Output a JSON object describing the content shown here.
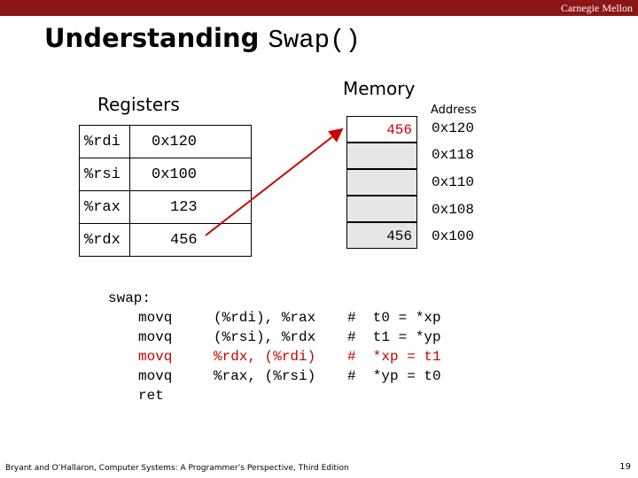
{
  "header": {
    "institution": "Carnegie Mellon"
  },
  "title": {
    "text": "Understanding ",
    "code": "Swap()"
  },
  "registers": {
    "heading": "Registers",
    "rows": [
      {
        "name": "%rdi",
        "value": "0x120"
      },
      {
        "name": "%rsi",
        "value": "0x100"
      },
      {
        "name": "%rax",
        "value": "123"
      },
      {
        "name": "%rdx",
        "value": "456"
      }
    ]
  },
  "memory": {
    "heading": "Memory",
    "address_label": "Address",
    "cells": [
      {
        "value": "456",
        "address": "0x120",
        "highlight": true
      },
      {
        "value": "",
        "address": "0x118"
      },
      {
        "value": "",
        "address": "0x110"
      },
      {
        "value": "",
        "address": "0x108"
      },
      {
        "value": "456",
        "address": "0x100"
      }
    ]
  },
  "code": {
    "label": "swap:",
    "lines": [
      {
        "op": "movq",
        "args": "(%rdi), %rax",
        "comment": "#  t0 = *xp",
        "highlight": false
      },
      {
        "op": "movq",
        "args": "(%rsi), %rdx",
        "comment": "#  t1 = *yp",
        "highlight": false
      },
      {
        "op": "movq",
        "args": "%rdx, (%rdi)",
        "comment": "#  *xp = t1",
        "highlight": true
      },
      {
        "op": "movq",
        "args": "%rax, (%rsi)",
        "comment": "#  *yp = t0",
        "highlight": false
      },
      {
        "op": "ret",
        "args": "",
        "comment": "",
        "highlight": false
      }
    ]
  },
  "footer": {
    "citation": "Bryant and O’Hallaron, Computer Systems: A Programmer’s Perspective, Third Edition",
    "page": "19"
  },
  "colors": {
    "brand": "#8c1515",
    "highlight": "#cc0000",
    "cell_fill": "#e6e6e6"
  }
}
